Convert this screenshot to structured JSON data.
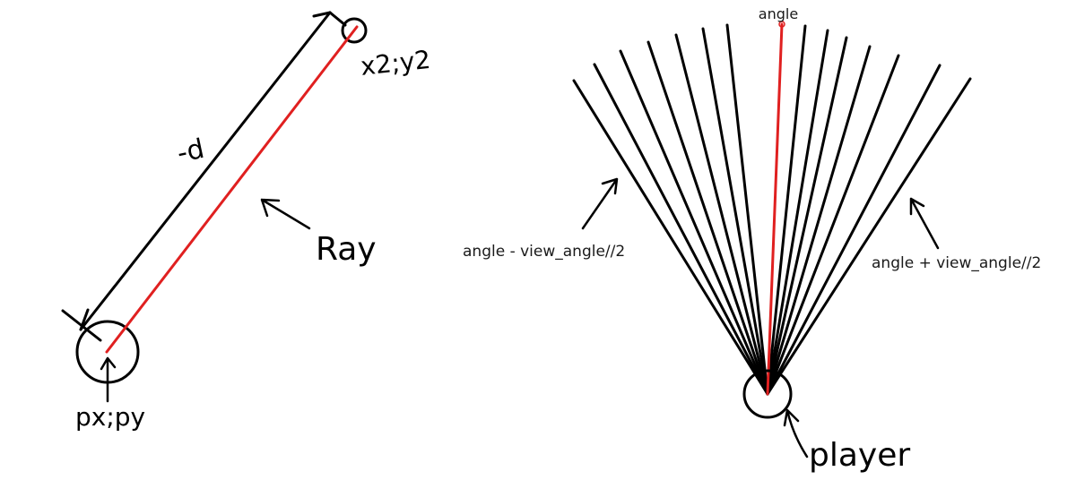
{
  "colors": {
    "ink": "#000000",
    "ray": "#e02020"
  },
  "left_diagram": {
    "ray_label": "Ray",
    "distance_label": "-d",
    "start_label": "px;py",
    "end_label": "x2;y2"
  },
  "right_diagram": {
    "center_label": "angle",
    "left_edge_label": "angle - view_angle//2",
    "right_edge_label": "angle + view_angle//2",
    "player_label": "player",
    "ray_count": 15
  }
}
